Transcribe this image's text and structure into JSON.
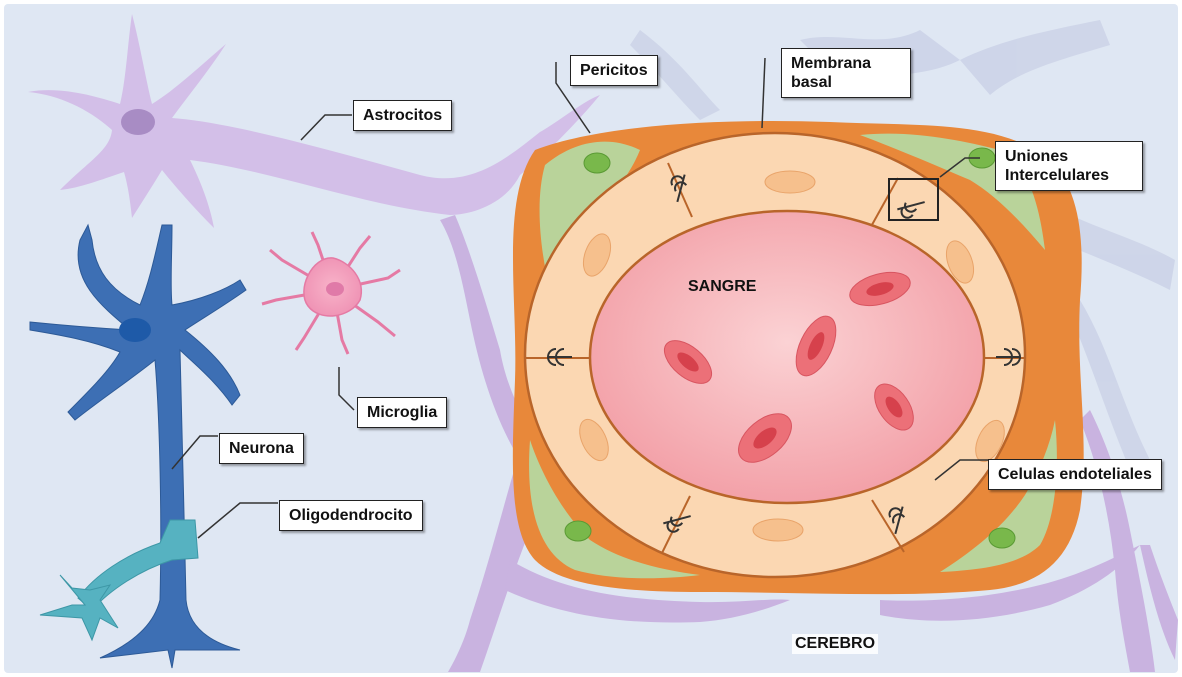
{
  "labels": {
    "astrocitos": "Astrocitos",
    "pericitos": "Pericitos",
    "membrana": [
      "Membrana",
      "basal"
    ],
    "uniones": [
      "Uniones",
      "Intercelulares"
    ],
    "microglia": "Microglia",
    "neurona": "Neurona",
    "oligodendrocito": "Oligodendrocito",
    "celulas_endoteliales": "Celulas endoteliales",
    "sangre": "SANGRE",
    "cerebro": "CEREBRO"
  },
  "colors": {
    "background": "#dfe7f3",
    "astrocyte": "#c9b3e0",
    "astrocyte_nucleus": "#a88cc4",
    "neuron": "#3d6fb4",
    "neuron_nucleus": "#1e5aa8",
    "oligodendrocyte": "#56b2c1",
    "microglia": "#f0a8c8",
    "microglia_nucleus": "#e07aa8",
    "basal_membrane": "#e8883a",
    "endothelium": "#fbd7b2",
    "endothelium_border": "#b9652a",
    "endothelial_nucleus": "#f6c08d",
    "pericyte": "#b9d39a",
    "pericyte_nucleus": "#79b84b",
    "blood": "#f5a6ad",
    "red_blood_cell": "#ec7078",
    "red_blood_cell_center": "#d6414c"
  }
}
